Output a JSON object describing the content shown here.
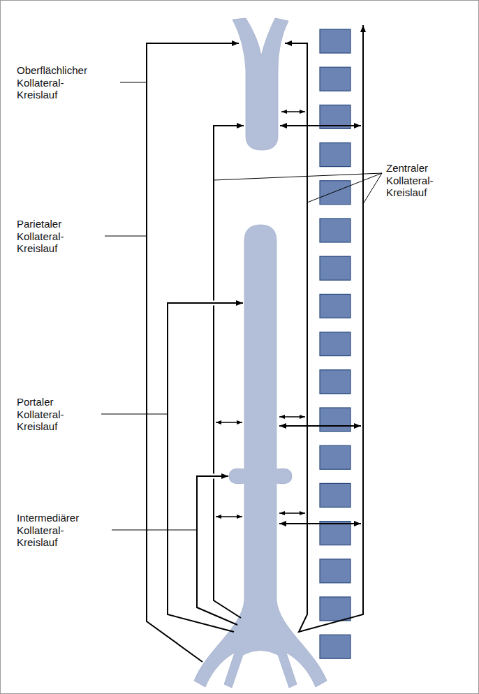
{
  "diagram": {
    "labels": [
      "Oberflächlicher Kollateral-Kreislauf",
      "Zentraler Kollateral-Kreislauf",
      "Parietaler Kollateral-Kreislauf",
      "Portaler Kollateral-Kreislauf",
      "Intermediärer Kollateral-Kreislauf"
    ]
  }
}
